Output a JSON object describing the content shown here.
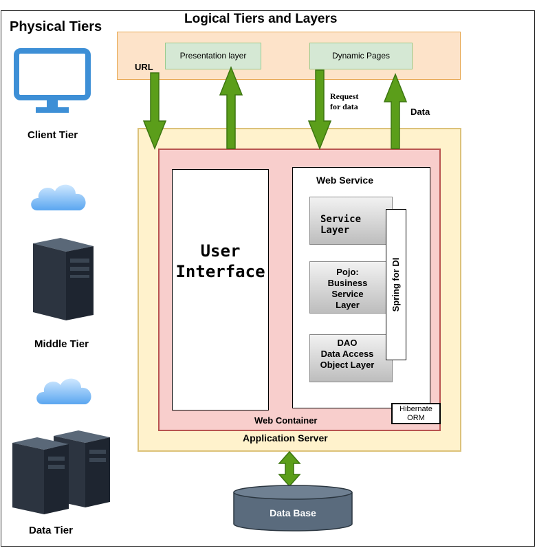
{
  "physical": {
    "title": "Physical Tiers",
    "client": "Client Tier",
    "middle": "Middle Tier",
    "data": "Data Tier"
  },
  "logical": {
    "title": "Logical Tiers and Layers",
    "presentation": "Presentation layer",
    "dynamic": "Dynamic Pages"
  },
  "arrows": {
    "url": "URL",
    "request": "Request\nfor data",
    "data": "Data"
  },
  "containers": {
    "user_interface": "User\nInterface",
    "web_service": "Web Service",
    "service_layer": "Service\nLayer",
    "pojo": "Pojo:\nBusiness\nService\nLayer",
    "dao": "DAO\nData Access\nObject Layer",
    "spring": "Spring for DI",
    "hibernate": "Hibernate\nORM",
    "web_container": "Web Container",
    "app_server": "Application Server",
    "database": "Data Base"
  },
  "colors": {
    "logical_band": "#fde3c9",
    "app_server": "#fff2cc",
    "web_container": "#f8cecc",
    "layer_green": "#d5e8d4",
    "arrow_green": "#5b9e1a",
    "monitor_blue": "#3d8fd6",
    "database": "#5a6b7d"
  }
}
